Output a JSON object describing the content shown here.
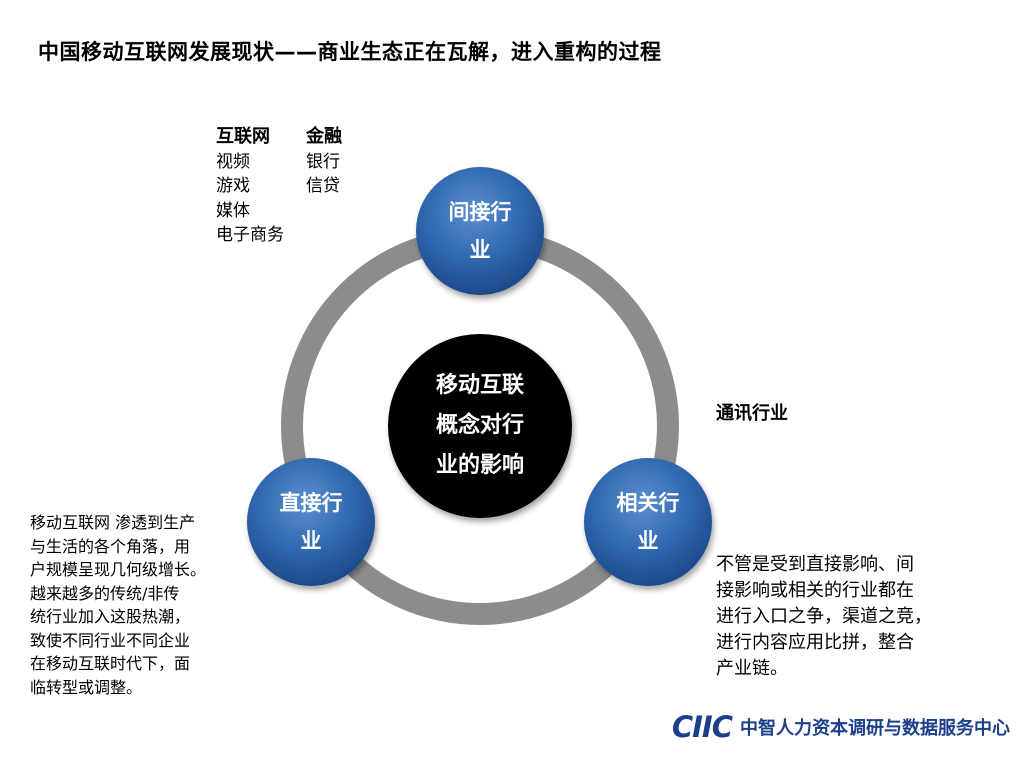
{
  "title": "中国移动互联网发展现状——商业生态正在瓦解，进入重构的过程",
  "center": {
    "line1": "移动互联",
    "line2": "概念对行",
    "line3": "业的影响"
  },
  "nodes": {
    "indirect": {
      "line1": "间接行",
      "line2": "业"
    },
    "direct": {
      "line1": "直接行",
      "line2": "业"
    },
    "related": {
      "line1": "相关行",
      "line2": "业"
    }
  },
  "indirect_examples": {
    "internet": {
      "header": "互联网",
      "items": [
        "视频",
        "游戏",
        "媒体",
        "电子商务"
      ]
    },
    "finance": {
      "header": "金融",
      "items": [
        "银行",
        "信贷"
      ]
    }
  },
  "telecom_label": "通讯行业",
  "direct_description": [
    "移动互联网 渗透到生产",
    "与生活的各个角落，用",
    "户规模呈现几何级增长。",
    "越来越多的传统/非传",
    "统行业加入这股热潮，",
    "致使不同行业不同企业",
    "在移动互联时代下，面",
    "临转型或调整。"
  ],
  "related_description": [
    "不管是受到直接影响、间",
    "接影响或相关的行业都在",
    "进行入口之争，渠道之竞，",
    "进行内容应用比拼，整合",
    "产业链。"
  ],
  "logo": {
    "mark": "CIIC",
    "text": "中智人力资本调研与数据服务中心"
  },
  "colors": {
    "ring": "#8c8c8c",
    "node_blue": "#2e62a8",
    "center": "#000000",
    "brand": "#1b3f8b"
  }
}
